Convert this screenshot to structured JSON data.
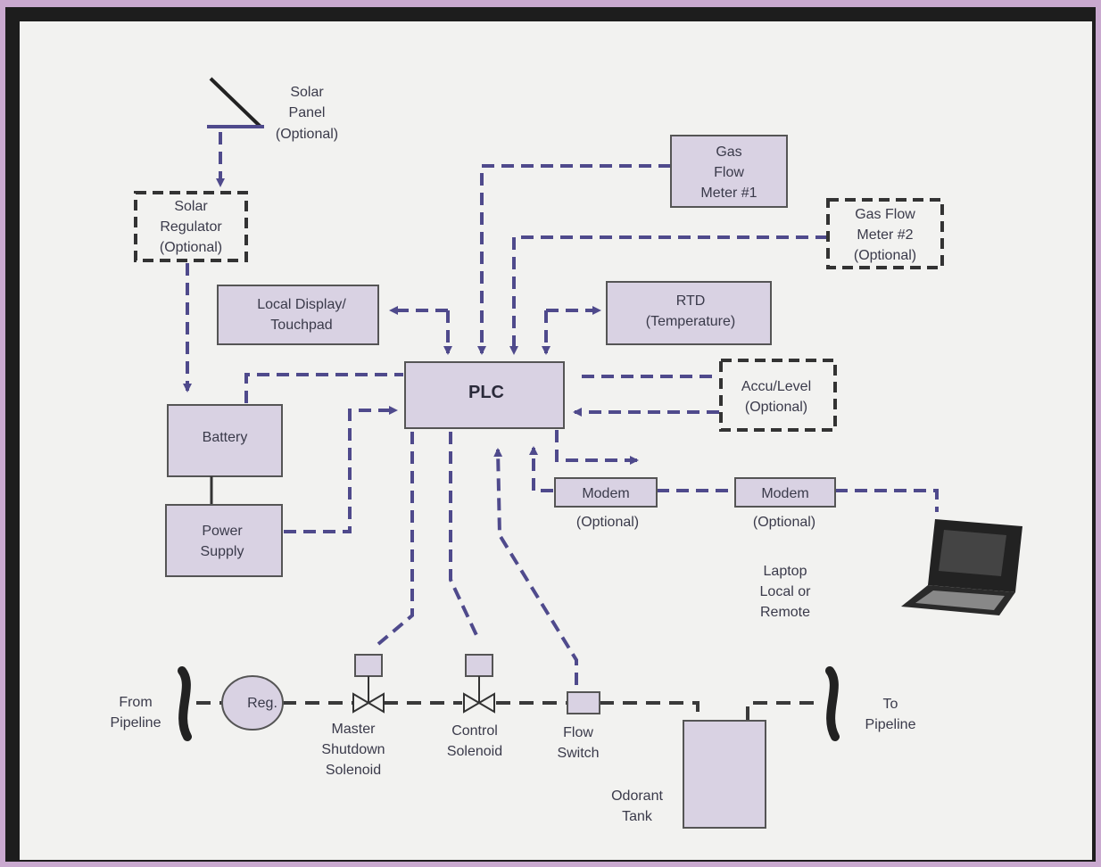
{
  "diagram": {
    "solar_panel": [
      "Solar",
      "Panel",
      "(Optional)"
    ],
    "solar_regulator": [
      "Solar",
      "Regulator",
      "(Optional)"
    ],
    "gas_flow_meter_1": [
      "Gas",
      "Flow",
      "Meter #1"
    ],
    "gas_flow_meter_2": [
      "Gas Flow",
      "Meter #2",
      "(Optional)"
    ],
    "local_display": [
      "Local Display/",
      "Touchpad"
    ],
    "rtd": [
      "RTD",
      "(Temperature)"
    ],
    "plc": "PLC",
    "accu_level": [
      "Accu/Level",
      "(Optional)"
    ],
    "battery": "Battery",
    "power_supply": [
      "Power",
      "Supply"
    ],
    "modem_1": "Modem",
    "modem_1_note": "(Optional)",
    "modem_2": "Modem",
    "modem_2_note": "(Optional)",
    "laptop": [
      "Laptop",
      "Local or",
      "Remote"
    ],
    "from_pipeline": [
      "From",
      "Pipeline"
    ],
    "regulator": "Reg.",
    "master_shutdown": [
      "Master",
      "Shutdown",
      "Solenoid"
    ],
    "control_solenoid": [
      "Control",
      "Solenoid"
    ],
    "flow_switch": [
      "Flow",
      "Switch"
    ],
    "odorant_tank": [
      "Odorant",
      "Tank"
    ],
    "to_pipeline": [
      "To",
      "Pipeline"
    ]
  },
  "colors": {
    "box_fill": "#d9d2e3",
    "arrow": "#4f4a8c",
    "line": "#3a3a3a"
  }
}
